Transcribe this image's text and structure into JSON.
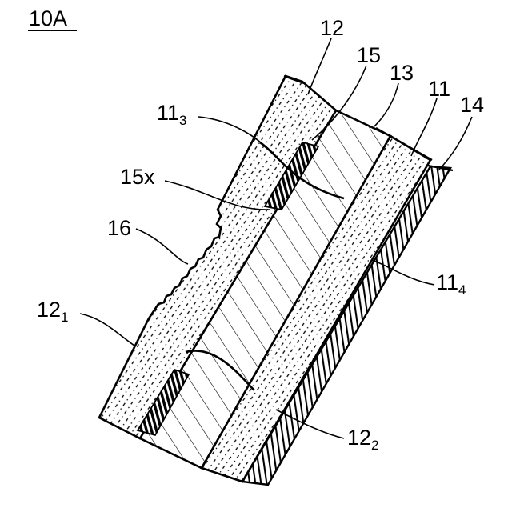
{
  "figure": {
    "title": "10A",
    "labels": [
      {
        "id": "12",
        "text": "12",
        "sub": ""
      },
      {
        "id": "15",
        "text": "15",
        "sub": ""
      },
      {
        "id": "13",
        "text": "13",
        "sub": ""
      },
      {
        "id": "11",
        "text": "11",
        "sub": ""
      },
      {
        "id": "14",
        "text": "14",
        "sub": ""
      },
      {
        "id": "11-3",
        "text": "11",
        "sub": "3"
      },
      {
        "id": "15x",
        "text": "15x",
        "sub": ""
      },
      {
        "id": "16",
        "text": "16",
        "sub": ""
      },
      {
        "id": "11-4",
        "text": "11",
        "sub": "4"
      },
      {
        "id": "12-1",
        "text": "12",
        "sub": "1"
      },
      {
        "id": "12-2",
        "text": "12",
        "sub": "2"
      }
    ]
  }
}
